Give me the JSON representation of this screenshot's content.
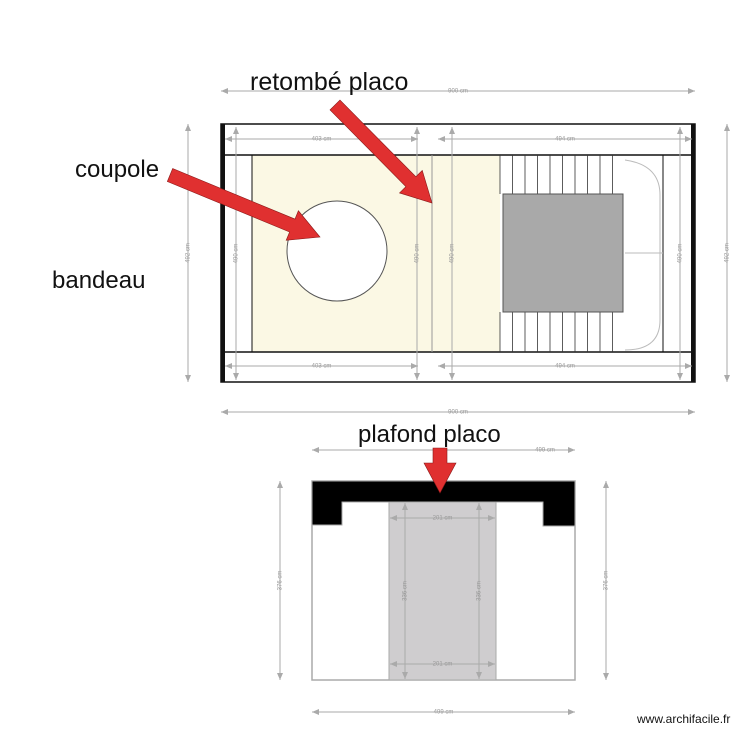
{
  "annotations": {
    "retombe": "retombé placo",
    "coupole": "coupole",
    "bandeau": "bandeau",
    "plafond": "plafond placo"
  },
  "watermark": "www.archifacile.fr",
  "top_plan": {
    "width_total": "900 cm",
    "left_width": "403 cm",
    "right_width": "494 cm",
    "outer_height": "492 cm",
    "inner_height": "490 cm"
  },
  "bottom_plan": {
    "width_total": "499 cm",
    "height": "376 cm",
    "inner_height": "336 cm",
    "inner_width": "201 cm"
  },
  "colors": {
    "arrow": "#e03030",
    "floor": "#fbf8e4",
    "stair_void": "#a9a9a9",
    "placo": "#cfcdcf",
    "bandeau": "#000000"
  }
}
